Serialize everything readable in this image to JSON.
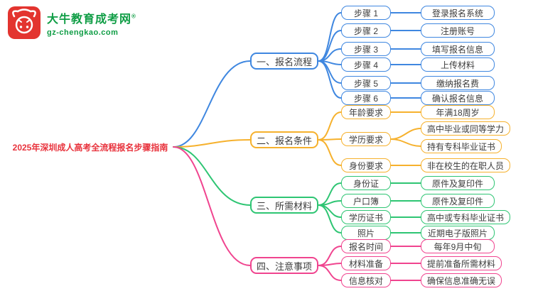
{
  "logo": {
    "brand": "大牛教育成考网",
    "registered": "®",
    "domain": "gz-chengkao.com"
  },
  "root": {
    "label": "2025年深圳成人高考全流程报名步骤指南"
  },
  "colors": {
    "branch1": "#3f87e0",
    "branch2": "#f6b12d",
    "branch3": "#2ec573",
    "branch4": "#f0448f",
    "root_text": "#e8323c",
    "brand_green": "#0f9d45",
    "logo_red": "#e3342f",
    "node_text": "#3c3c3c"
  },
  "branches": [
    {
      "label": "一、报名流程",
      "children": [
        {
          "label": "步骤 1",
          "leaves": [
            "登录报名系统"
          ]
        },
        {
          "label": "步骤 2",
          "leaves": [
            "注册账号"
          ]
        },
        {
          "label": "步骤 3",
          "leaves": [
            "填写报名信息"
          ]
        },
        {
          "label": "步骤 4",
          "leaves": [
            "上传材料"
          ]
        },
        {
          "label": "步骤 5",
          "leaves": [
            "缴纳报名费"
          ]
        },
        {
          "label": "步骤 6",
          "leaves": [
            "确认报名信息"
          ]
        }
      ]
    },
    {
      "label": "二、报名条件",
      "children": [
        {
          "label": "年龄要求",
          "leaves": [
            "年满18周岁"
          ]
        },
        {
          "label": "学历要求",
          "leaves": [
            "高中毕业或同等学力",
            "持有专科毕业证书"
          ]
        },
        {
          "label": "身份要求",
          "leaves": [
            "非在校生的在职人员"
          ]
        }
      ]
    },
    {
      "label": "三、所需材料",
      "children": [
        {
          "label": "身份证",
          "leaves": [
            "原件及复印件"
          ]
        },
        {
          "label": "户口簿",
          "leaves": [
            "原件及复印件"
          ]
        },
        {
          "label": "学历证书",
          "leaves": [
            "高中或专科毕业证书"
          ]
        },
        {
          "label": "照片",
          "leaves": [
            "近期电子版照片"
          ]
        }
      ]
    },
    {
      "label": "四、注意事项",
      "children": [
        {
          "label": "报名时间",
          "leaves": [
            "每年9月中旬"
          ]
        },
        {
          "label": "材料准备",
          "leaves": [
            "提前准备所需材料"
          ]
        },
        {
          "label": "信息核对",
          "leaves": [
            "确保信息准确无误"
          ]
        }
      ]
    }
  ]
}
